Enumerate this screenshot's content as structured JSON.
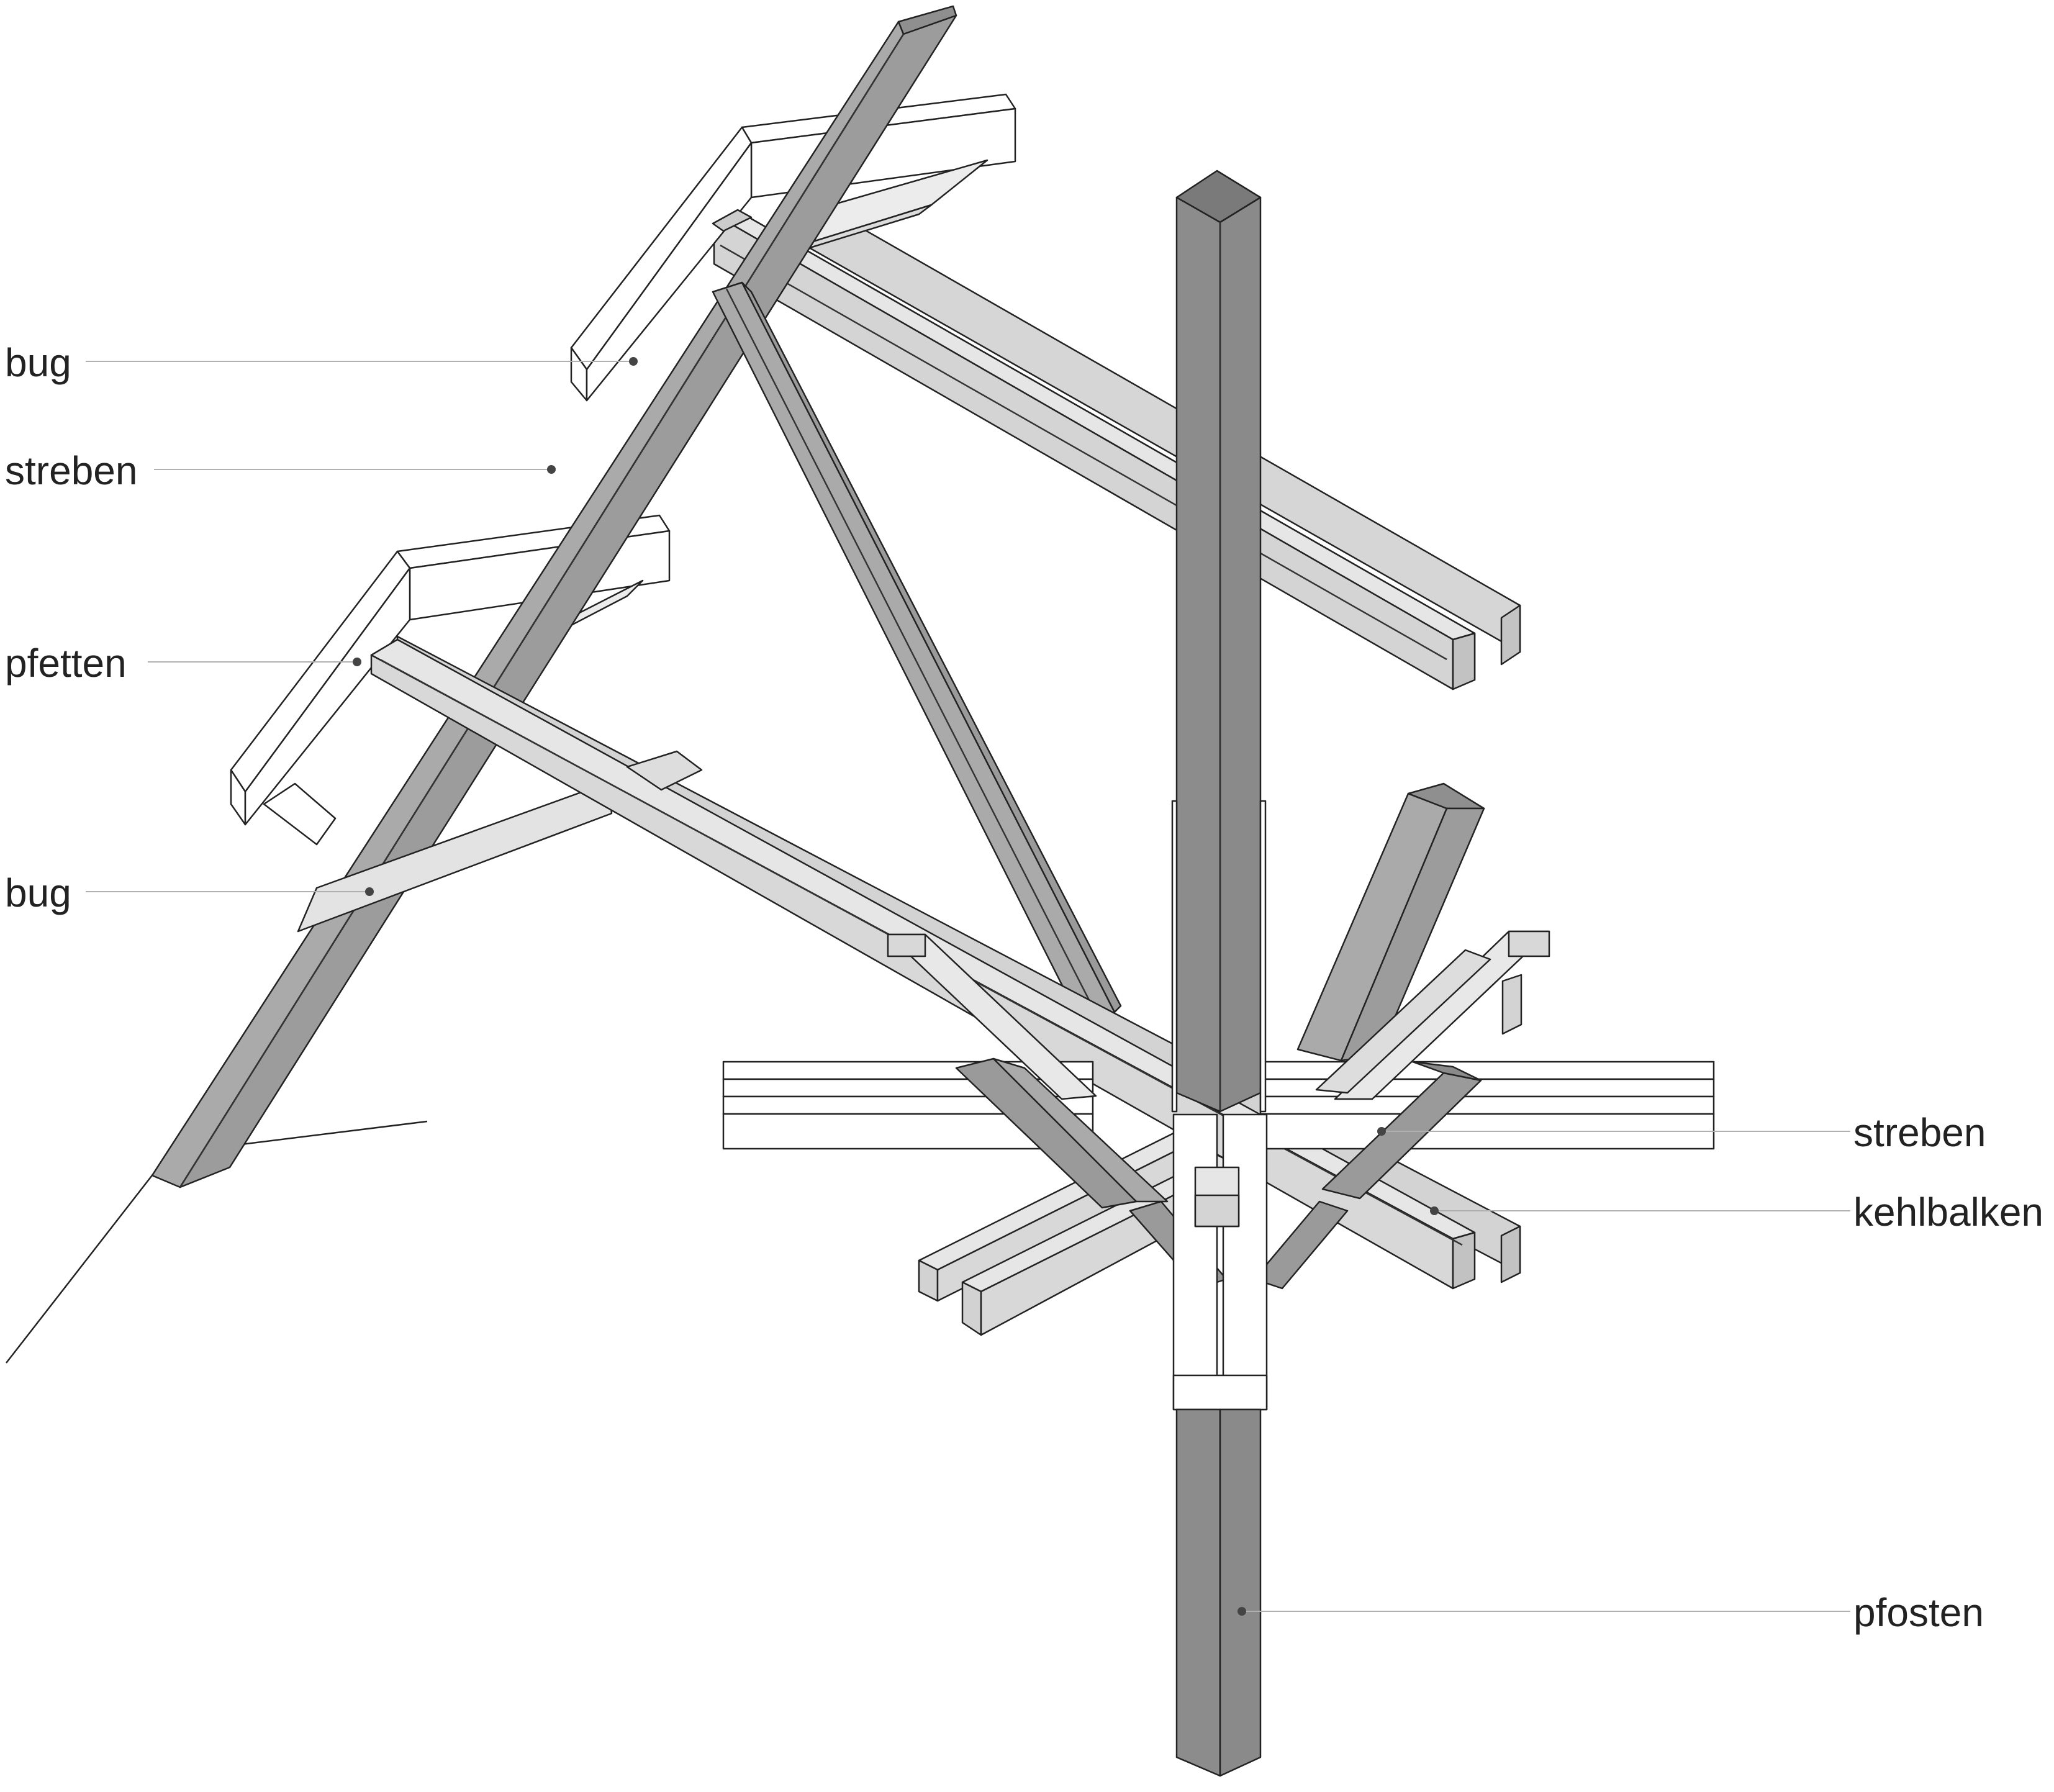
{
  "diagram": {
    "colors": {
      "post": "#8c8c8c",
      "post_dark": "#7a7a7a",
      "strut": "#b3b3b3",
      "strut_dark": "#9e9e9e",
      "light": "#d9d9d9",
      "lighter": "#e8e8e8",
      "outline": "#222222",
      "leader": "#b0b0b0",
      "dot": "#444444"
    },
    "labels": {
      "bug_upper": "bug",
      "streben_left": "streben",
      "pfetten": "pfetten",
      "bug_lower": "bug",
      "streben_right": "streben",
      "kehlbalken": "kehlbalken",
      "pfosten": "pfosten"
    }
  }
}
